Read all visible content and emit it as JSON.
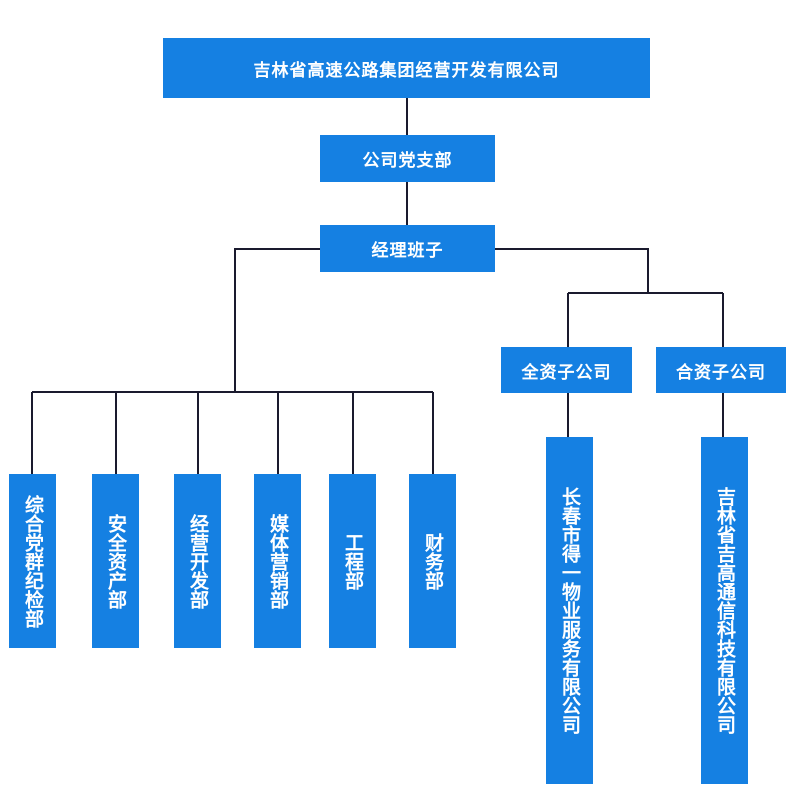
{
  "root": {
    "label": "吉林省高速公路集团经营开发有限公司"
  },
  "party_branch": {
    "label": "公司党支部"
  },
  "management": {
    "label": "经理班子"
  },
  "departments": [
    {
      "label": "综合党群纪检部"
    },
    {
      "label": "安全资产部"
    },
    {
      "label": "经营开发部"
    },
    {
      "label": "媒体营销部"
    },
    {
      "label": "工程部"
    },
    {
      "label": "财务部"
    }
  ],
  "subsidiaries": [
    {
      "label": "全资子公司",
      "child": "长春市得一物业服务有限公司"
    },
    {
      "label": "合资子公司",
      "child": "吉林省吉高通信科技有限公司"
    }
  ],
  "colors": {
    "box": "#1580e2",
    "line": "#1a1a2e",
    "text": "#ffffff"
  }
}
